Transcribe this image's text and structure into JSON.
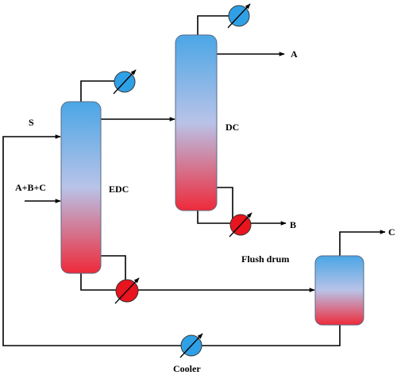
{
  "labels": {
    "stream_s": "S",
    "feed": "A+B+C",
    "edc": "EDC",
    "dc": "DC",
    "product_a": "A",
    "product_b": "B",
    "product_c": "C",
    "flush_drum": "Flush drum",
    "cooler": "Cooler"
  },
  "colors": {
    "vessel_top": "#4aa6e6",
    "vessel_mid": "#b9c3e8",
    "vessel_bottom": "#ee2a3a",
    "heater": "#e8141e",
    "cooler": "#2fa0e6"
  },
  "icons": {
    "heat_exchanger": "circle-with-diagonal-arrow"
  }
}
